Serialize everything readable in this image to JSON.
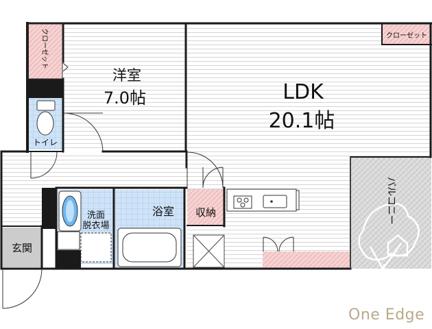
{
  "rooms": {
    "western": {
      "name": "洋室",
      "size": "7.0帖"
    },
    "ldk": {
      "name": "LDK",
      "size": "20.1帖"
    },
    "closet_left": "クローゼット",
    "closet_right": "クローゼット",
    "toilet": "トイレ",
    "washroom_line1": "洗面",
    "washroom_line2": "脱衣場",
    "bathroom": "浴室",
    "storage": "収納",
    "entrance": "玄関",
    "balcony": "バルコニー"
  },
  "brand": {
    "name": "One Edge"
  },
  "colors": {
    "wall": "#1a1a1a",
    "stripe": "#d4d4d4",
    "closet_pink": "#f6d2d2",
    "tile_blue": "#cfe3f7",
    "balcony_gray": "#dedede",
    "entrance_gray": "#cccccc",
    "logo": "#b9a98a"
  },
  "icons": [
    "door-swing-icon",
    "toilet-icon",
    "sink-icon",
    "bathtub-icon",
    "stove-icon",
    "tree-logo-icon"
  ]
}
